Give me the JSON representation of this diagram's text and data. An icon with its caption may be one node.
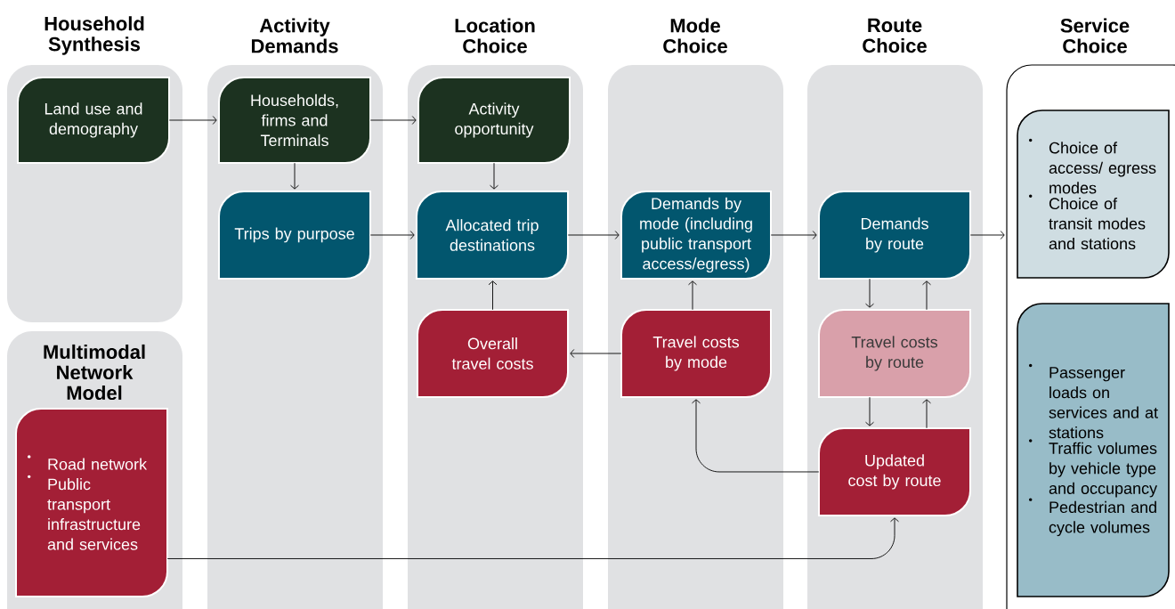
{
  "diagram": {
    "nodes": [
      {
        "text": [
          "Household Synthesis"
        ]
      },
      {
        "text": [
          "Land use and demography"
        ],
        "in": 0
      },
      {
        "text": [
          "Multimodal Network Model"
        ]
      },
      {
        "text": [
          "Road network",
          "Public transport infrastructure and services"
        ],
        "in": 2
      },
      {
        "text": [
          "Activity Demands"
        ]
      },
      {
        "text": [
          "Households, firms and Terminals"
        ],
        "in": 4
      },
      {
        "text": [
          "Trips by purpose"
        ],
        "in": 4
      },
      {
        "text": [
          "Location Choice"
        ]
      },
      {
        "text": [
          "Activity opportunity"
        ],
        "in": 7
      },
      {
        "text": [
          "Allocated trip destinations"
        ],
        "in": 7
      },
      {
        "text": [
          "Overall travel costs"
        ],
        "in": 7
      },
      {
        "text": [
          "Mode Choice"
        ]
      },
      {
        "text": [
          "Demands by mode (including public transport access/egress)"
        ],
        "in": 11
      },
      {
        "text": [
          "Travel costs by mode"
        ],
        "in": 11
      },
      {
        "text": [
          "Route Choice"
        ]
      },
      {
        "text": [
          "Demands by route"
        ],
        "in": 14
      },
      {
        "text": [
          "Travel costs by route"
        ],
        "in": 14
      },
      {
        "text": [
          "Updated cost by route"
        ],
        "in": 14
      },
      {
        "text": [
          "Service Choice"
        ]
      },
      {
        "text": [
          "Choice of access/ egress modes",
          "Choice of transit modes and stations"
        ],
        "in": 18
      },
      {
        "text": [
          "Passenger loads on services and at stations",
          "Traffic volumes by vehicle type and occupancy",
          "Pedestrian and cycle volumes"
        ],
        "in": 18
      }
    ],
    "edges": [
      {
        "from": 1,
        "to": 5,
        "arrow": "to"
      },
      {
        "from": 5,
        "to": 8,
        "arrow": "to"
      },
      {
        "from": 5,
        "to": 6,
        "arrow": "to"
      },
      {
        "from": 8,
        "to": 9,
        "arrow": "to"
      },
      {
        "from": 6,
        "to": 9,
        "arrow": "to"
      },
      {
        "from": 10,
        "to": 9,
        "arrow": "to"
      },
      {
        "from": 9,
        "to": 12,
        "arrow": "to"
      },
      {
        "from": 13,
        "to": 12,
        "arrow": "to"
      },
      {
        "from": 13,
        "to": 10,
        "arrow": "to"
      },
      {
        "from": 12,
        "to": 15,
        "arrow": "to"
      },
      {
        "from": 15,
        "to": 18,
        "arrow": "to"
      },
      {
        "from": 15,
        "to": 16,
        "arrow": "to"
      },
      {
        "from": 16,
        "to": 15,
        "arrow": "to"
      },
      {
        "from": 16,
        "to": 17,
        "arrow": "to"
      },
      {
        "from": 17,
        "to": 16,
        "arrow": "to"
      },
      {
        "from": 17,
        "to": 13,
        "arrow": "to"
      },
      {
        "from": 3,
        "to": 17,
        "arrow": "to"
      }
    ]
  }
}
